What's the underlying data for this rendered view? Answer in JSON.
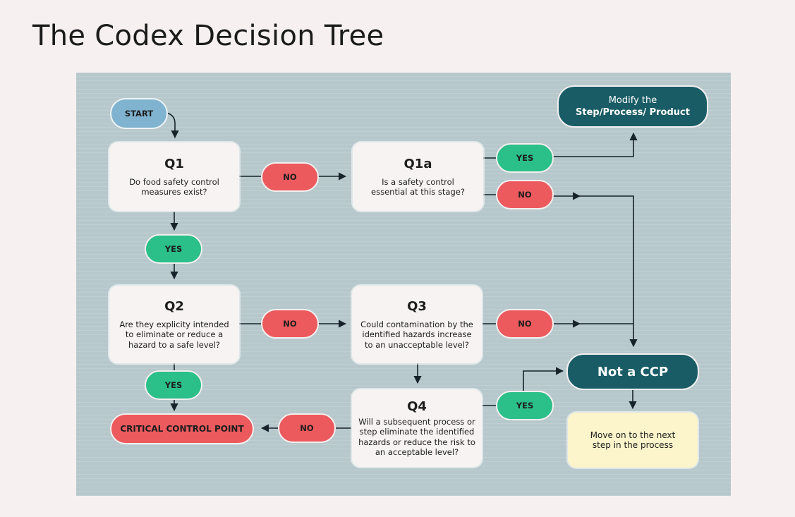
{
  "title": "The Codex Decision Tree",
  "diagram": {
    "start": "START",
    "q1": {
      "title": "Q1",
      "text": "Do food safety control measures exist?"
    },
    "q1a": {
      "title": "Q1a",
      "text": "Is a safety control essential at this stage?"
    },
    "q2": {
      "title": "Q2",
      "text": "Are they explicity intended to eliminate or reduce a hazard to a safe level?"
    },
    "q3": {
      "title": "Q3",
      "text": "Could contamination by the identified hazards increase to an unacceptable level?"
    },
    "q4": {
      "title": "Q4",
      "text": "Will a subsequent process or step eliminate the identified hazards or reduce the risk to an acceptable level?"
    },
    "modify": {
      "line1": "Modify the",
      "line2": "Step/Process/ Product"
    },
    "not_ccp": "Not a CCP",
    "next_step": "Move on to the next step in the process",
    "ccp": "CRITICAL CONTROL POINT",
    "yes": "YES",
    "no": "NO"
  },
  "colors": {
    "background": "#b7c8cc",
    "no": "#ec5a5e",
    "yes": "#2bbf8a",
    "start": "#7fb3cf",
    "dark": "#195c66",
    "note": "#fcf5cb",
    "box": "#f7f3f2"
  }
}
